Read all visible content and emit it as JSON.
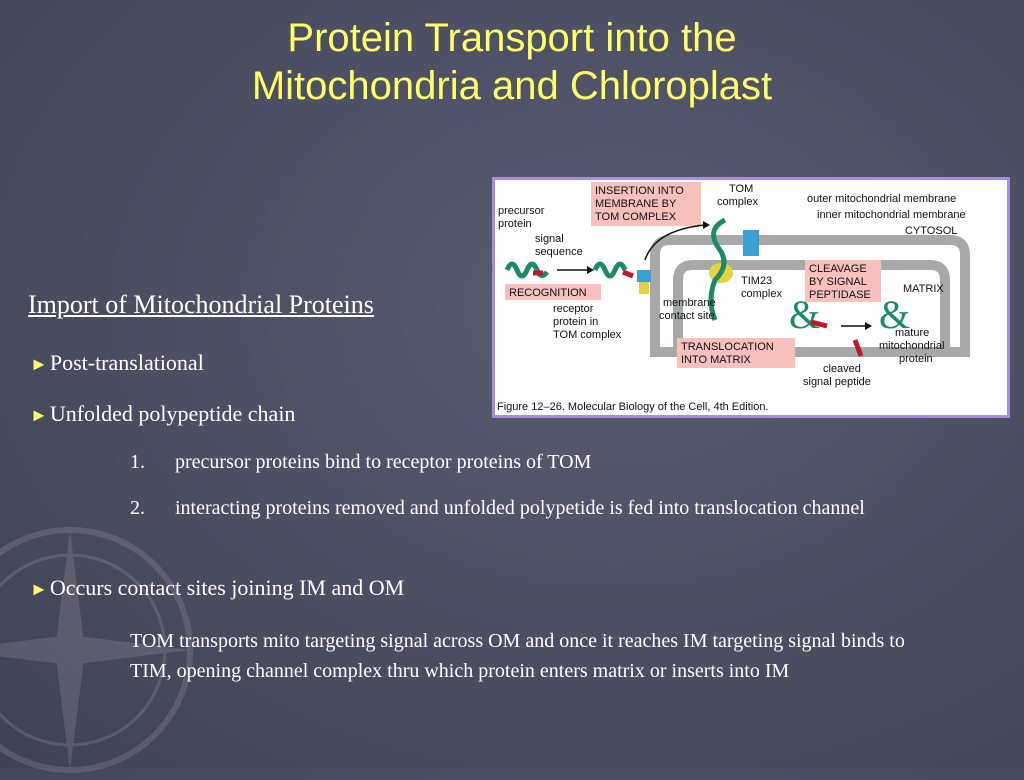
{
  "title": {
    "line1": "Protein Transport into the",
    "line2": "Mitochondria and Chloroplast"
  },
  "figure": {
    "labels": {
      "insertion": [
        "INSERTION INTO",
        "MEMBRANE BY",
        "TOM COMPLEX"
      ],
      "tom": [
        "TOM",
        "complex"
      ],
      "outer_membrane": "outer mitochondrial membrane",
      "inner_membrane": "inner mitochondrial membrane",
      "cytosol": "CYTOSOL",
      "precursor": [
        "precursor",
        "protein"
      ],
      "signal": [
        "signal",
        "sequence"
      ],
      "cleavage": [
        "CLEAVAGE",
        "BY SIGNAL",
        "PEPTIDASE"
      ],
      "recognition": "RECOGNITION",
      "tim23": [
        "TIM23",
        "complex"
      ],
      "matrix": "MATRIX",
      "receptor": [
        "receptor",
        "protein in",
        "TOM complex"
      ],
      "contact": [
        "membrane",
        "contact site"
      ],
      "translocation": [
        "TRANSLOCATION",
        "INTO MATRIX"
      ],
      "mature": [
        "mature",
        "mitochondrial",
        "protein"
      ],
      "cleaved": [
        "cleaved",
        "signal peptide"
      ],
      "caption": "Figure 12–26. Molecular Biology of the Cell, 4th Edition."
    },
    "colors": {
      "membrane": "#a7a9a9",
      "protein": "#1a8a6a",
      "signal": "#c0182a",
      "tom": "#3aa0d8",
      "tim": "#e8d23a",
      "box": "#f7c0bd",
      "border": "#a78de0"
    }
  },
  "heading": "Import of Mitochondrial Proteins",
  "bullets": {
    "b1": "Post-translational",
    "b2": "Unfolded polypeptide chain",
    "b3": "Occurs contact sites joining IM and OM",
    "arrow": "►"
  },
  "steps": [
    {
      "n": "1.",
      "text": "precursor proteins bind to receptor proteins of TOM"
    },
    {
      "n": "2.",
      "text": "interacting proteins removed and unfolded polypetide is fed into translocation channel"
    }
  ],
  "paragraph": "TOM transports mito targeting signal across OM and once it reaches IM targeting signal binds to TIM, opening channel complex thru which protein enters matrix or inserts into IM",
  "colors": {
    "title": "#ffff66",
    "background": "#4a4c60",
    "text": "#ffffff"
  }
}
